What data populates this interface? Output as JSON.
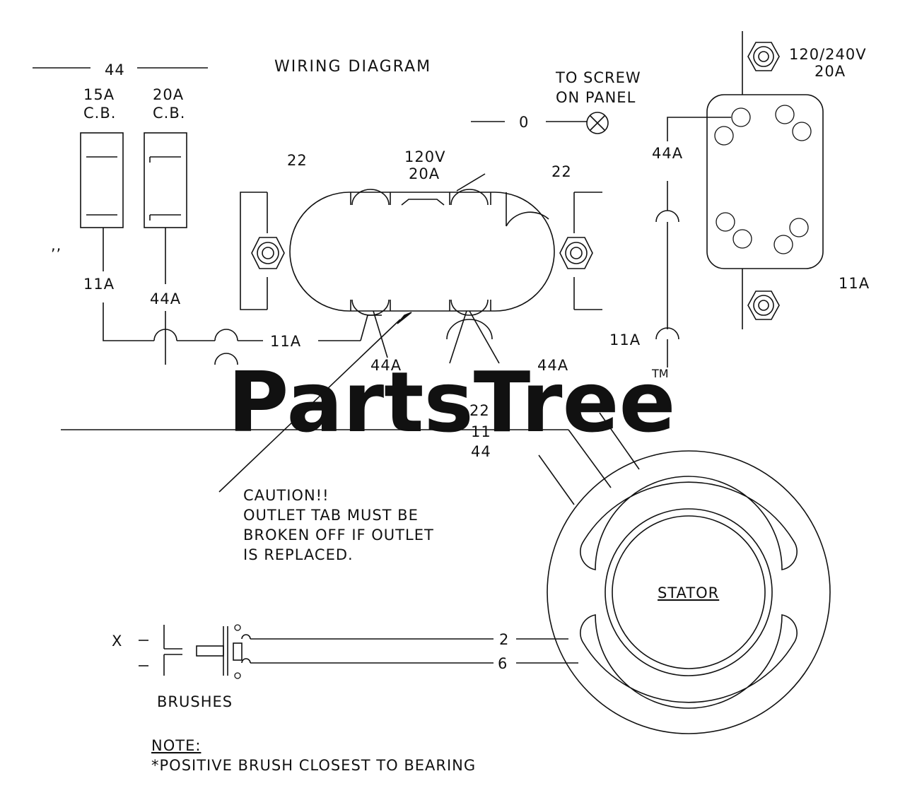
{
  "title": "WIRING DIAGRAM",
  "watermark": {
    "text": "PartsTree",
    "tm": "TM"
  },
  "top_wire_label": "44",
  "breakers": [
    {
      "rating": "15A",
      "type": "C.B."
    },
    {
      "rating": "20A",
      "type": "C.B."
    }
  ],
  "ground": {
    "wire": "0",
    "label_line1": "TO SCREW",
    "label_line2": "ON PANEL"
  },
  "twist_lock": {
    "rating_line1": "120/240V",
    "rating_line2": "20A"
  },
  "duplex_outlet": {
    "rating_line1": "120V",
    "rating_line2": "20A"
  },
  "wire_labels": {
    "left_22": "22",
    "right_22": "22",
    "twist_44a": "44A",
    "breaker1_out": "11A",
    "breaker2_out": "44A",
    "bus_11a": "11A",
    "outlet_44a_left": "44A",
    "outlet_44a_right": "44A",
    "right_11a": "11A",
    "twist_11a": "11A",
    "stator_22": "22",
    "stator_11": "11",
    "stator_44": "44",
    "brush_2": "2",
    "brush_6": "6"
  },
  "caution": {
    "line1": "CAUTION!!",
    "line2": "OUTLET TAB MUST BE",
    "line3": "BROKEN OFF IF OUTLET",
    "line4": "IS REPLACED."
  },
  "stator_label": "STATOR",
  "brushes": {
    "label": "BRUSHES",
    "marker": "X"
  },
  "note": {
    "heading": "NOTE:",
    "text": "*POSITIVE BRUSH CLOSEST TO BEARING"
  }
}
